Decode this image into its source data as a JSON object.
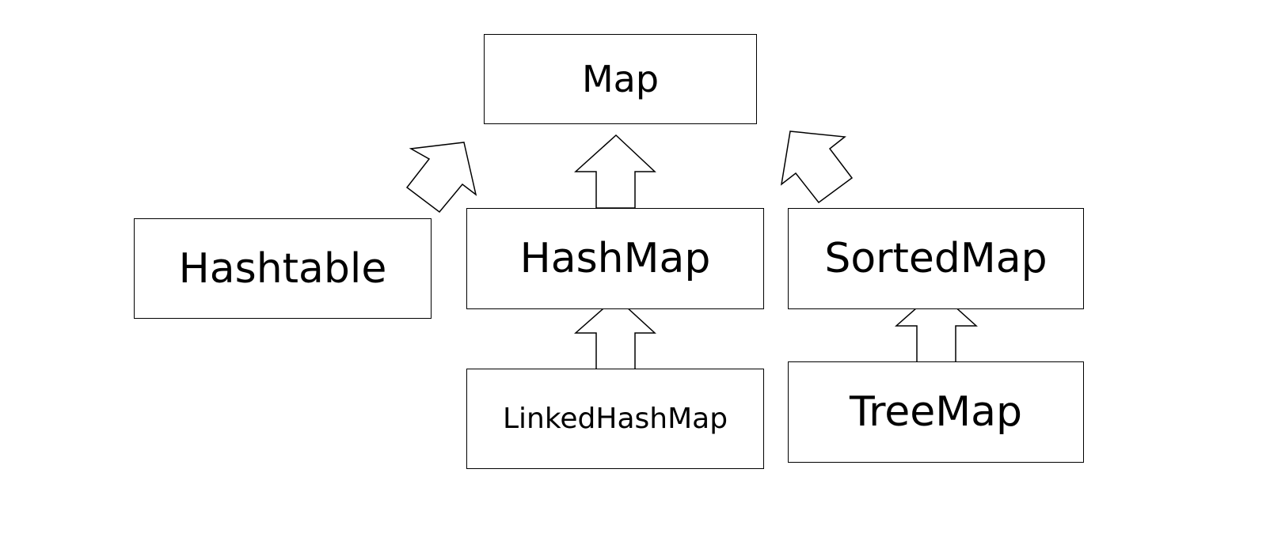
{
  "diagram": {
    "nodes": {
      "map": "Map",
      "hashtable": "Hashtable",
      "hashmap": "HashMap",
      "sortedmap": "SortedMap",
      "linkedhashmap": "LinkedHashMap",
      "treemap": "TreeMap"
    },
    "edges": [
      {
        "from": "Hashtable",
        "to": "Map"
      },
      {
        "from": "HashMap",
        "to": "Map"
      },
      {
        "from": "SortedMap",
        "to": "Map"
      },
      {
        "from": "LinkedHashMap",
        "to": "HashMap"
      },
      {
        "from": "TreeMap",
        "to": "SortedMap"
      }
    ]
  }
}
